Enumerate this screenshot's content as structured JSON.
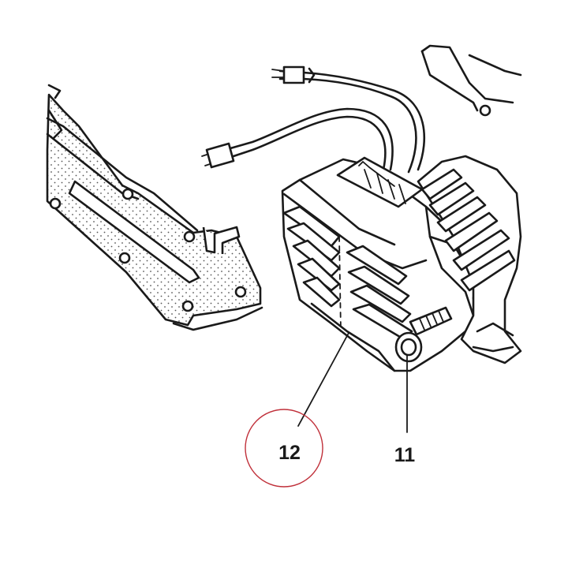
{
  "diagram": {
    "callouts": [
      {
        "id": "12",
        "label": "12",
        "highlighted": true
      },
      {
        "id": "11",
        "label": "11",
        "highlighted": false
      }
    ],
    "colors": {
      "ink": "#1a1a1a",
      "highlight_circle": "#c0303a",
      "background": "#ffffff"
    }
  }
}
